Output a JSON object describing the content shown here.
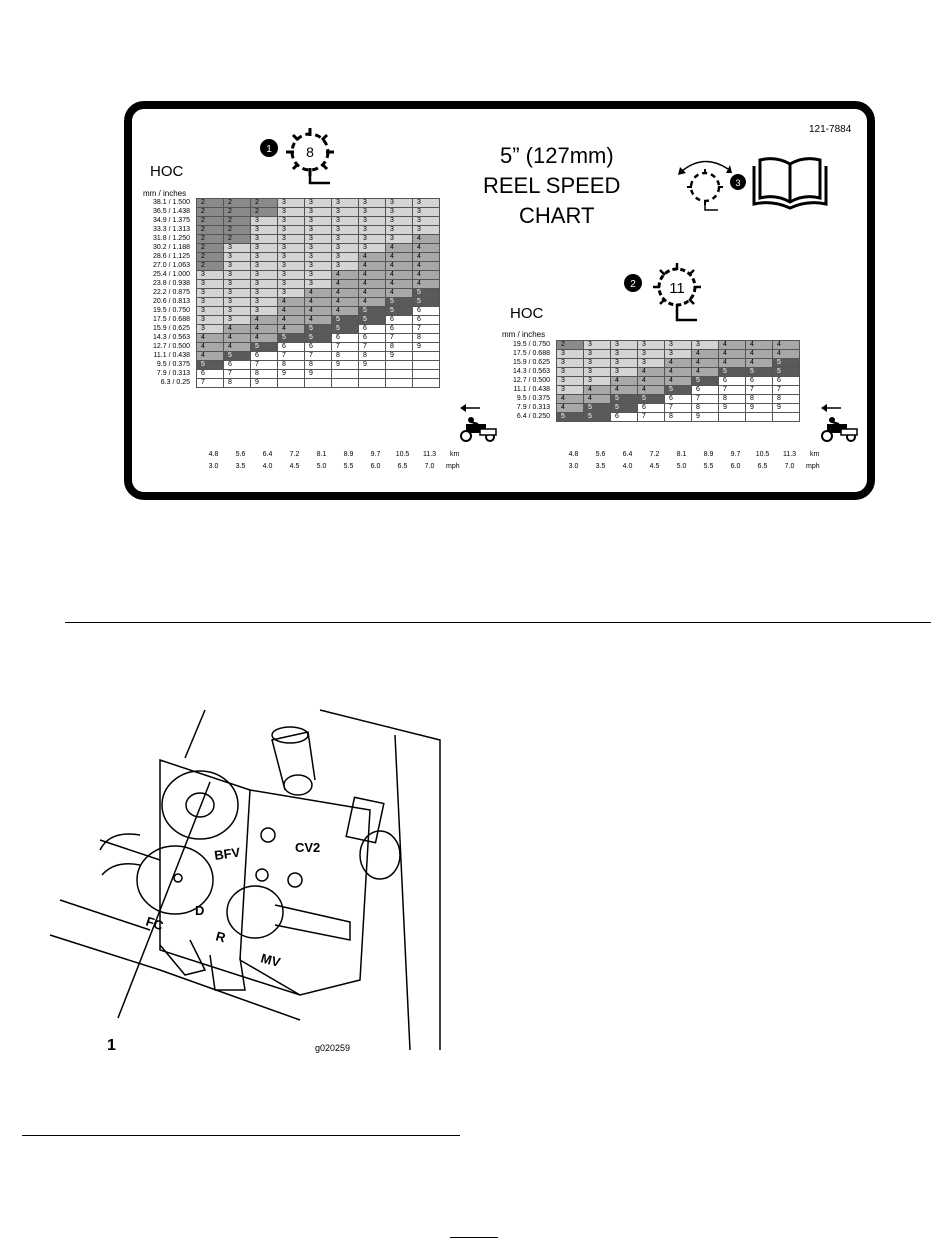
{
  "decal": {
    "part_number": "121-7884",
    "title_lines": [
      "5” (127mm)",
      "REEL SPEED",
      "CHART"
    ],
    "callouts": [
      {
        "number": "1",
        "blade_count": "8"
      },
      {
        "number": "2",
        "blade_count": "11"
      },
      {
        "number": "3"
      }
    ],
    "icons": [
      "reel-8-blade-icon",
      "reel-11-blade-icon",
      "reel-adjust-icon",
      "operator-manual-icon",
      "mower-direction-icon"
    ]
  },
  "chart_data": [
    {
      "type": "table",
      "blades": "8",
      "hoc_label": "HOC",
      "hoc_unit": "mm / inches",
      "hoc_rows": [
        "38.1 / 1.500",
        "36.5 / 1.438",
        "34.9 / 1.375",
        "33.3 / 1.313",
        "31.8 / 1.250",
        "30.2 / 1.188",
        "28.6 / 1.125",
        "27.0 / 1.063",
        "25.4 / 1.000",
        "23.8 / 0.938",
        "22.2 / 0.875",
        "20.6 / 0.813",
        "19.5 / 0.750",
        "17.5 / 0.688",
        "15.9 / 0.625",
        "14.3 / 0.563",
        "12.7 / 0.500",
        "11.1 / 0.438",
        "9.5 / 0.375",
        "7.9 / 0.313",
        "6.3 / 0.25"
      ],
      "km": [
        "4.8",
        "5.6",
        "6.4",
        "7.2",
        "8.1",
        "8.9",
        "9.7",
        "10.5",
        "11.3"
      ],
      "mph": [
        "3.0",
        "3.5",
        "4.0",
        "4.5",
        "5.0",
        "5.5",
        "6.0",
        "6.5",
        "7.0"
      ],
      "km_label": "km",
      "mph_label": "mph",
      "values": [
        [
          "2",
          "2",
          "2",
          "3",
          "3",
          "3",
          "3",
          "3",
          "3"
        ],
        [
          "2",
          "2",
          "2",
          "3",
          "3",
          "3",
          "3",
          "3",
          "3"
        ],
        [
          "2",
          "2",
          "3",
          "3",
          "3",
          "3",
          "3",
          "3",
          "3"
        ],
        [
          "2",
          "2",
          "3",
          "3",
          "3",
          "3",
          "3",
          "3",
          "3"
        ],
        [
          "2",
          "2",
          "3",
          "3",
          "3",
          "3",
          "3",
          "3",
          "4"
        ],
        [
          "2",
          "3",
          "3",
          "3",
          "3",
          "3",
          "3",
          "4",
          "4"
        ],
        [
          "2",
          "3",
          "3",
          "3",
          "3",
          "3",
          "4",
          "4",
          "4"
        ],
        [
          "2",
          "3",
          "3",
          "3",
          "3",
          "3",
          "4",
          "4",
          "4"
        ],
        [
          "3",
          "3",
          "3",
          "3",
          "3",
          "4",
          "4",
          "4",
          "4"
        ],
        [
          "3",
          "3",
          "3",
          "3",
          "3",
          "4",
          "4",
          "4",
          "4"
        ],
        [
          "3",
          "3",
          "3",
          "3",
          "4",
          "4",
          "4",
          "4",
          "5"
        ],
        [
          "3",
          "3",
          "3",
          "4",
          "4",
          "4",
          "4",
          "5",
          "5"
        ],
        [
          "3",
          "3",
          "3",
          "4",
          "4",
          "4",
          "5",
          "5",
          "6"
        ],
        [
          "3",
          "3",
          "4",
          "4",
          "4",
          "5",
          "5",
          "6",
          "6"
        ],
        [
          "3",
          "4",
          "4",
          "4",
          "5",
          "5",
          "6",
          "6",
          "7"
        ],
        [
          "4",
          "4",
          "4",
          "5",
          "5",
          "6",
          "6",
          "7",
          "8"
        ],
        [
          "4",
          "4",
          "5",
          "6",
          "6",
          "7",
          "7",
          "8",
          "9"
        ],
        [
          "4",
          "5",
          "6",
          "7",
          "7",
          "8",
          "8",
          "9",
          ""
        ],
        [
          "5",
          "6",
          "7",
          "8",
          "8",
          "9",
          "9",
          "",
          ""
        ],
        [
          "6",
          "7",
          "8",
          "9",
          "9",
          "",
          "",
          "",
          ""
        ],
        [
          "7",
          "8",
          "9",
          "",
          "",
          "",
          "",
          "",
          ""
        ]
      ]
    },
    {
      "type": "table",
      "blades": "11",
      "hoc_label": "HOC",
      "hoc_unit": "mm / inches",
      "hoc_rows": [
        "19.5 / 0.750",
        "17.5 / 0.688",
        "15.9 / 0.625",
        "14.3 / 0.563",
        "12.7 / 0.500",
        "11.1 / 0.438",
        "9.5 / 0.375",
        "7.9 / 0.313",
        "6.4 / 0.250"
      ],
      "km": [
        "4.8",
        "5.6",
        "6.4",
        "7.2",
        "8.1",
        "8.9",
        "9.7",
        "10.5",
        "11.3"
      ],
      "mph": [
        "3.0",
        "3.5",
        "4.0",
        "4.5",
        "5.0",
        "5.5",
        "6.0",
        "6.5",
        "7.0"
      ],
      "km_label": "km",
      "mph_label": "mph",
      "values": [
        [
          "2",
          "3",
          "3",
          "3",
          "3",
          "3",
          "4",
          "4",
          "4"
        ],
        [
          "3",
          "3",
          "3",
          "3",
          "3",
          "4",
          "4",
          "4",
          "4"
        ],
        [
          "3",
          "3",
          "3",
          "3",
          "4",
          "4",
          "4",
          "4",
          "5"
        ],
        [
          "3",
          "3",
          "3",
          "4",
          "4",
          "4",
          "5",
          "5",
          "5"
        ],
        [
          "3",
          "3",
          "4",
          "4",
          "4",
          "5",
          "6",
          "6",
          "6"
        ],
        [
          "3",
          "4",
          "4",
          "4",
          "5",
          "6",
          "7",
          "7",
          "7"
        ],
        [
          "4",
          "4",
          "5",
          "5",
          "6",
          "7",
          "8",
          "8",
          "8"
        ],
        [
          "4",
          "5",
          "5",
          "6",
          "7",
          "8",
          "9",
          "9",
          "9"
        ],
        [
          "5",
          "5",
          "6",
          "7",
          "8",
          "9",
          "",
          "",
          ""
        ]
      ]
    }
  ],
  "shade_colors": {
    "2": "#8a8a8a",
    "3": "#d4d4d4",
    "4": "#a8a8a8",
    "5": "#5a5a5a",
    "6": "#ffffff",
    "7": "#ffffff",
    "8": "#ffffff",
    "9": "#ffffff"
  },
  "figure2": {
    "callout": "1",
    "figure_id": "g020259",
    "valve_labels": [
      "BFV",
      "CV2",
      "FC",
      "MV",
      "R",
      "D"
    ]
  }
}
